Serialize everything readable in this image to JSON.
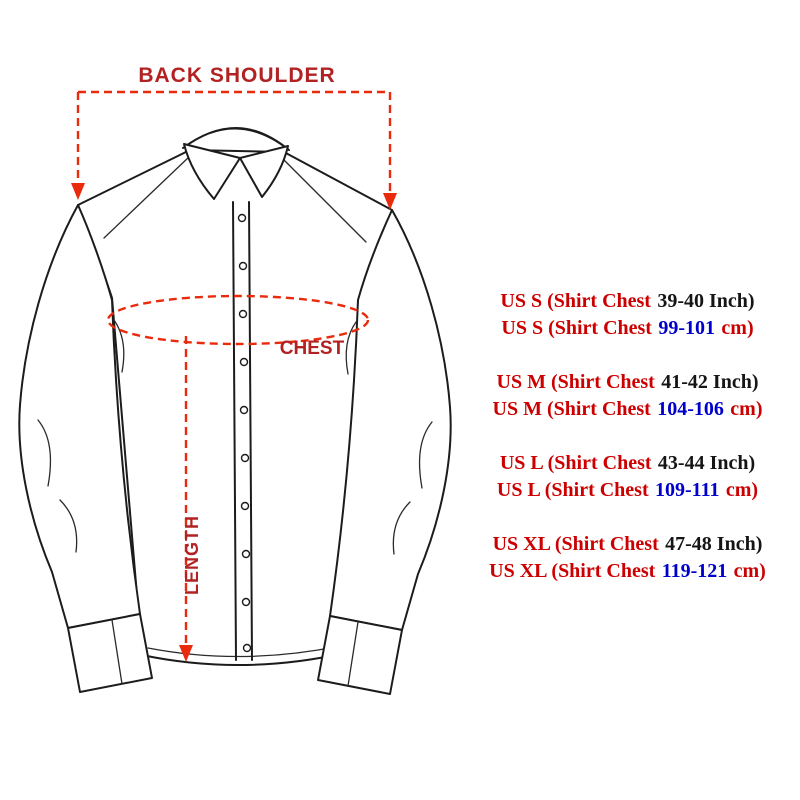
{
  "page": {
    "background": "#ffffff"
  },
  "diagram": {
    "annotations": {
      "back_shoulder_label": "BACK SHOULDER",
      "chest_label": "CHEST",
      "length_label": "LENGTH"
    },
    "colors": {
      "annotation_line": "#ea2a0c",
      "annotation_text": "#b22222",
      "shirt_outline": "#1c1c1c"
    }
  },
  "size_chart": {
    "text_color": "#cc0000",
    "inch_value_color": "#151515",
    "cm_value_color": "#0000cd",
    "rows": [
      {
        "inch_prefix": "US S (Shirt Chest",
        "inch_value": "39-40 Inch)",
        "cm_prefix": "US S (Shirt Chest",
        "cm_value": "99-101",
        "cm_unit": "cm)"
      },
      {
        "inch_prefix": "US M (Shirt Chest",
        "inch_value": "41-42 Inch)",
        "cm_prefix": "US M (Shirt Chest",
        "cm_value": "104-106",
        "cm_unit": "cm)"
      },
      {
        "inch_prefix": "US L (Shirt Chest",
        "inch_value": "43-44 Inch)",
        "cm_prefix": "US L (Shirt Chest",
        "cm_value": "109-111",
        "cm_unit": "cm)"
      },
      {
        "inch_prefix": "US XL (Shirt Chest",
        "inch_value": "47-48 Inch)",
        "cm_prefix": "US XL (Shirt Chest",
        "cm_value": "119-121",
        "cm_unit": "cm)"
      }
    ]
  }
}
